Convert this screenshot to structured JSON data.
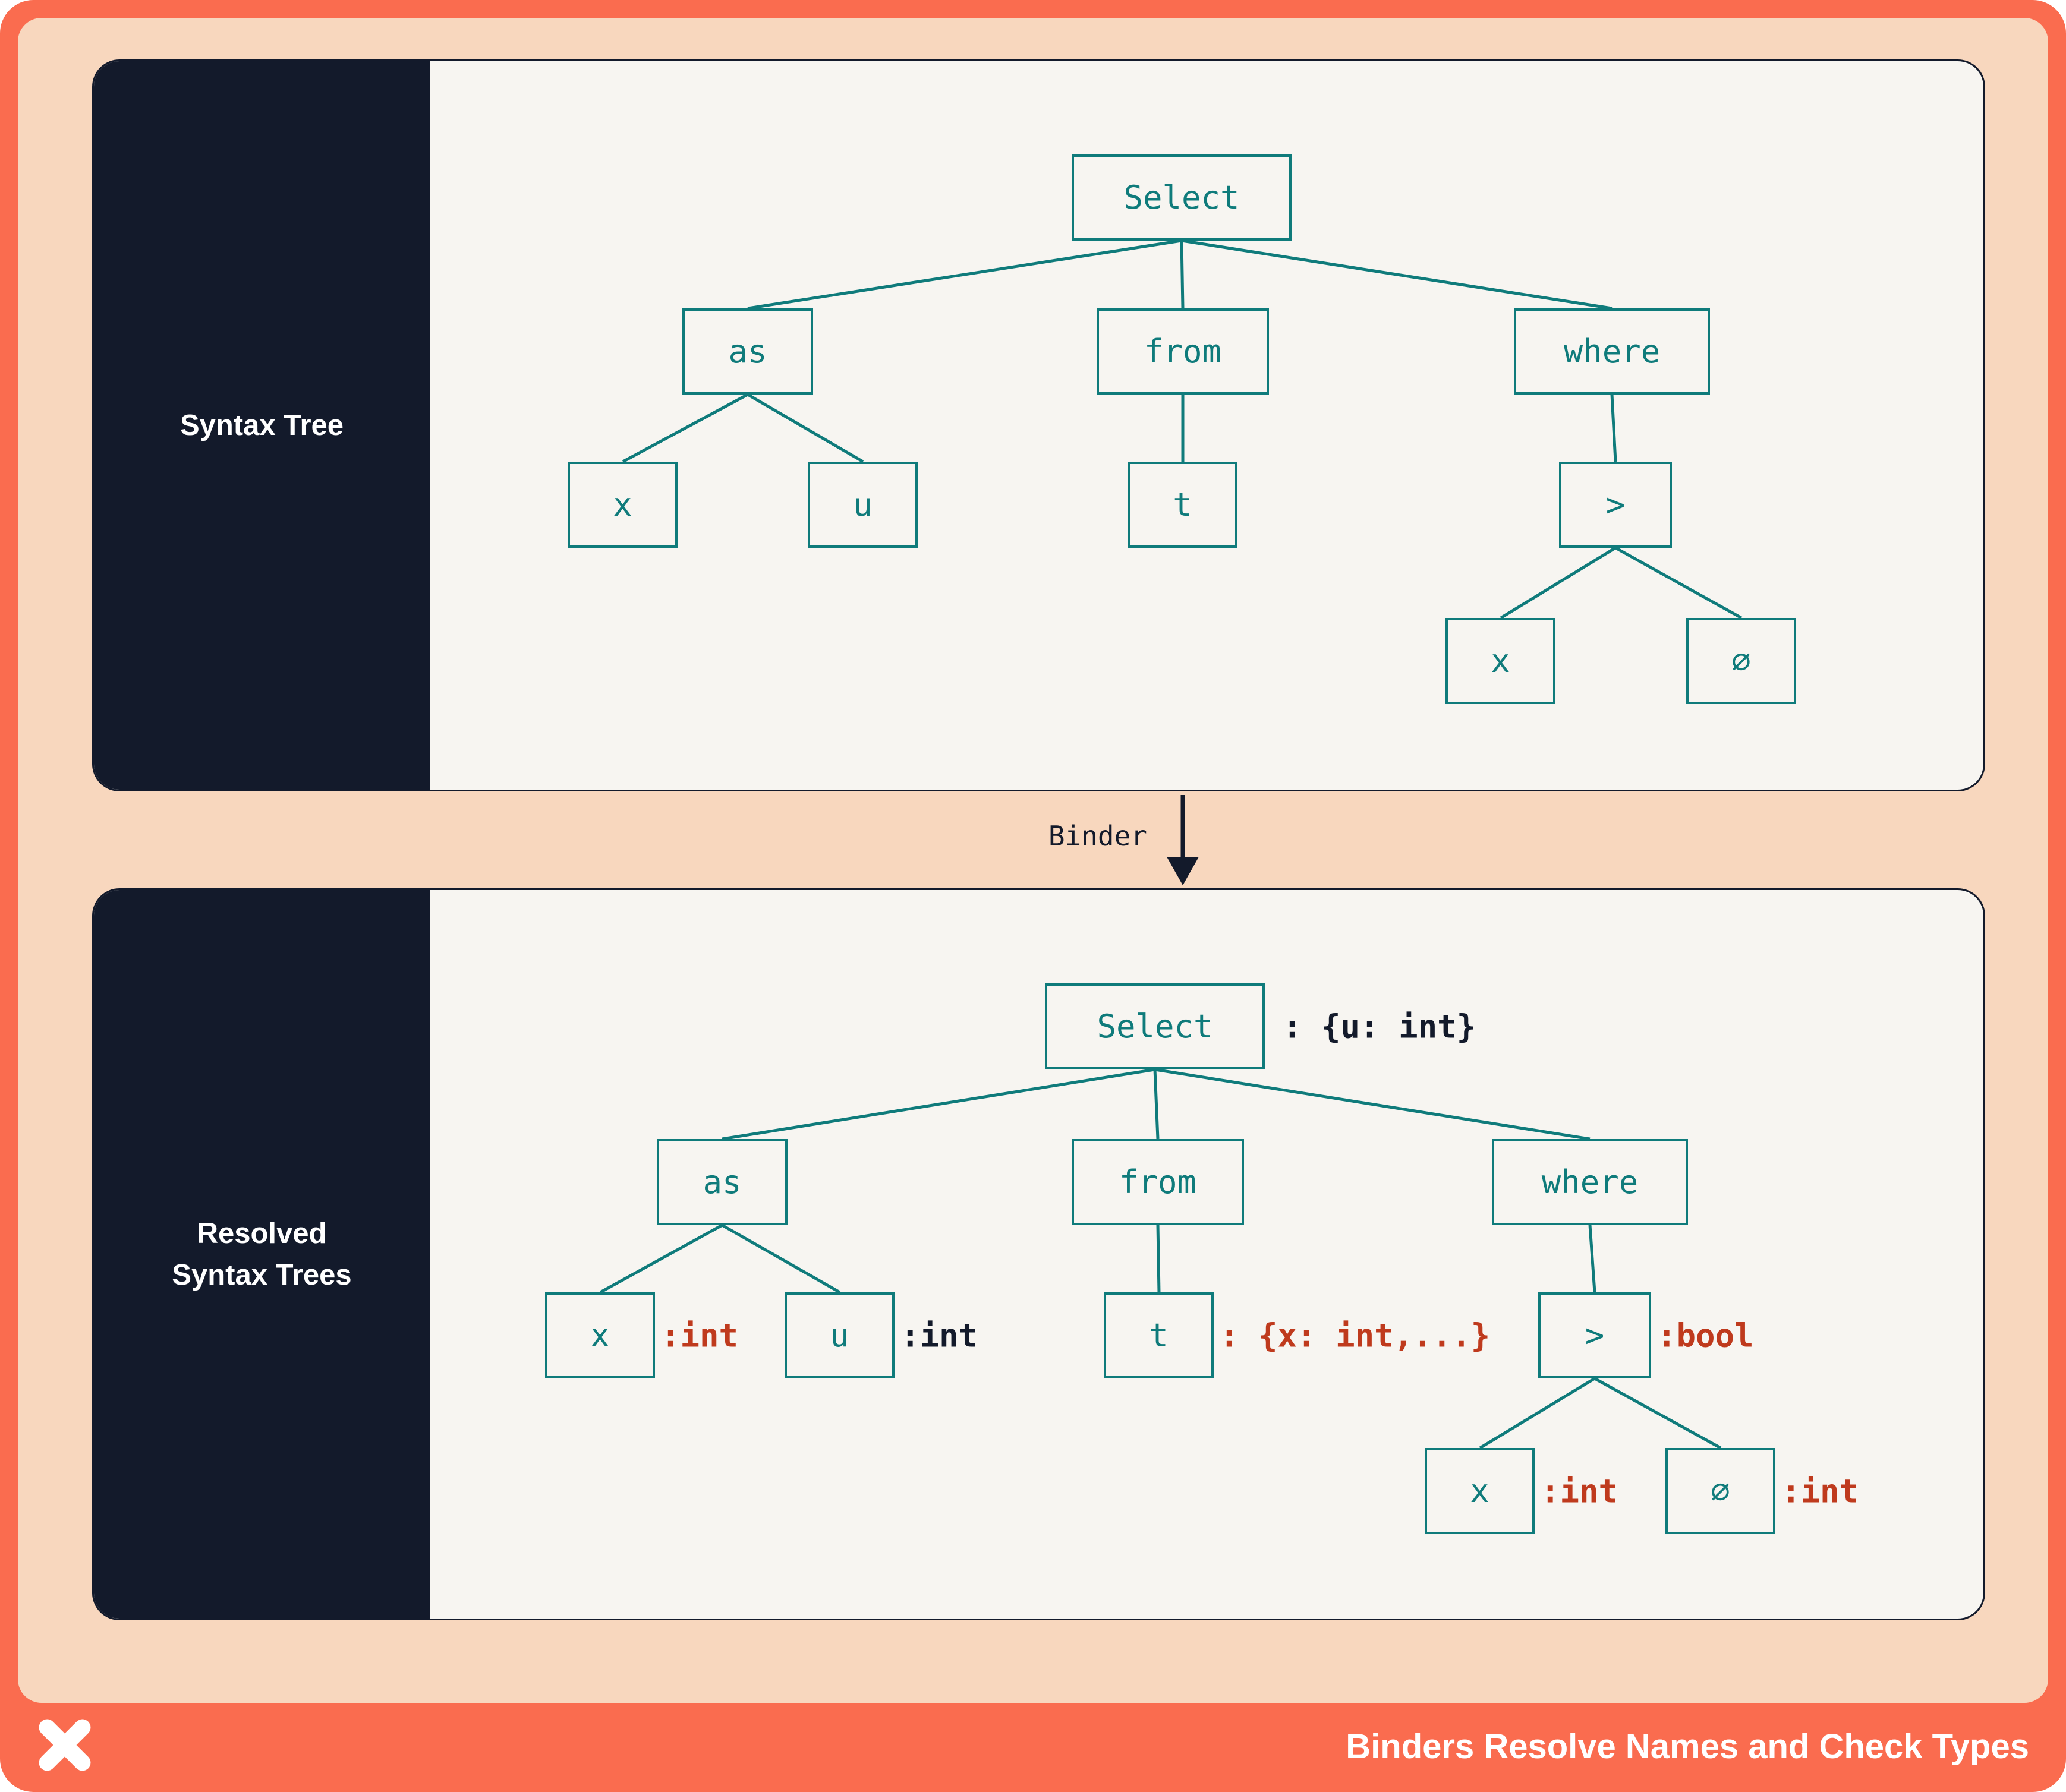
{
  "colors": {
    "frame_orange": "#FA6C4F",
    "background_peach": "#F8D7BE",
    "panel_offwhite": "#F7F5F1",
    "navy": "#131A2B",
    "teal": "#0F7B7B",
    "type_red": "#BF3A1D",
    "white": "#FFFFFF"
  },
  "sidebar_top": {
    "label": "Syntax Tree"
  },
  "sidebar_bottom": {
    "line1": "Resolved",
    "line2": "Syntax Trees"
  },
  "binder": {
    "label": "Binder"
  },
  "footer": {
    "title": "Binders Resolve Names and Check Types",
    "logo": "x-pinwheel-logo"
  },
  "tree_top": {
    "select": "Select",
    "as": "as",
    "from": "from",
    "where": "where",
    "x1": "x",
    "u": "u",
    "t": "t",
    "gt": ">",
    "x2": "x",
    "zero": "∅"
  },
  "tree_bottom": {
    "select": "Select",
    "select_type": ": {u: int}",
    "as": "as",
    "from": "from",
    "where": "where",
    "x1": "x",
    "x1_type": ":int",
    "u": "u",
    "u_type": ":int",
    "t": "t",
    "t_type": ": {x: int,...}",
    "gt": ">",
    "gt_type": ":bool",
    "x2": "x",
    "x2_type": ":int",
    "zero": "∅",
    "zero_type": ":int"
  }
}
